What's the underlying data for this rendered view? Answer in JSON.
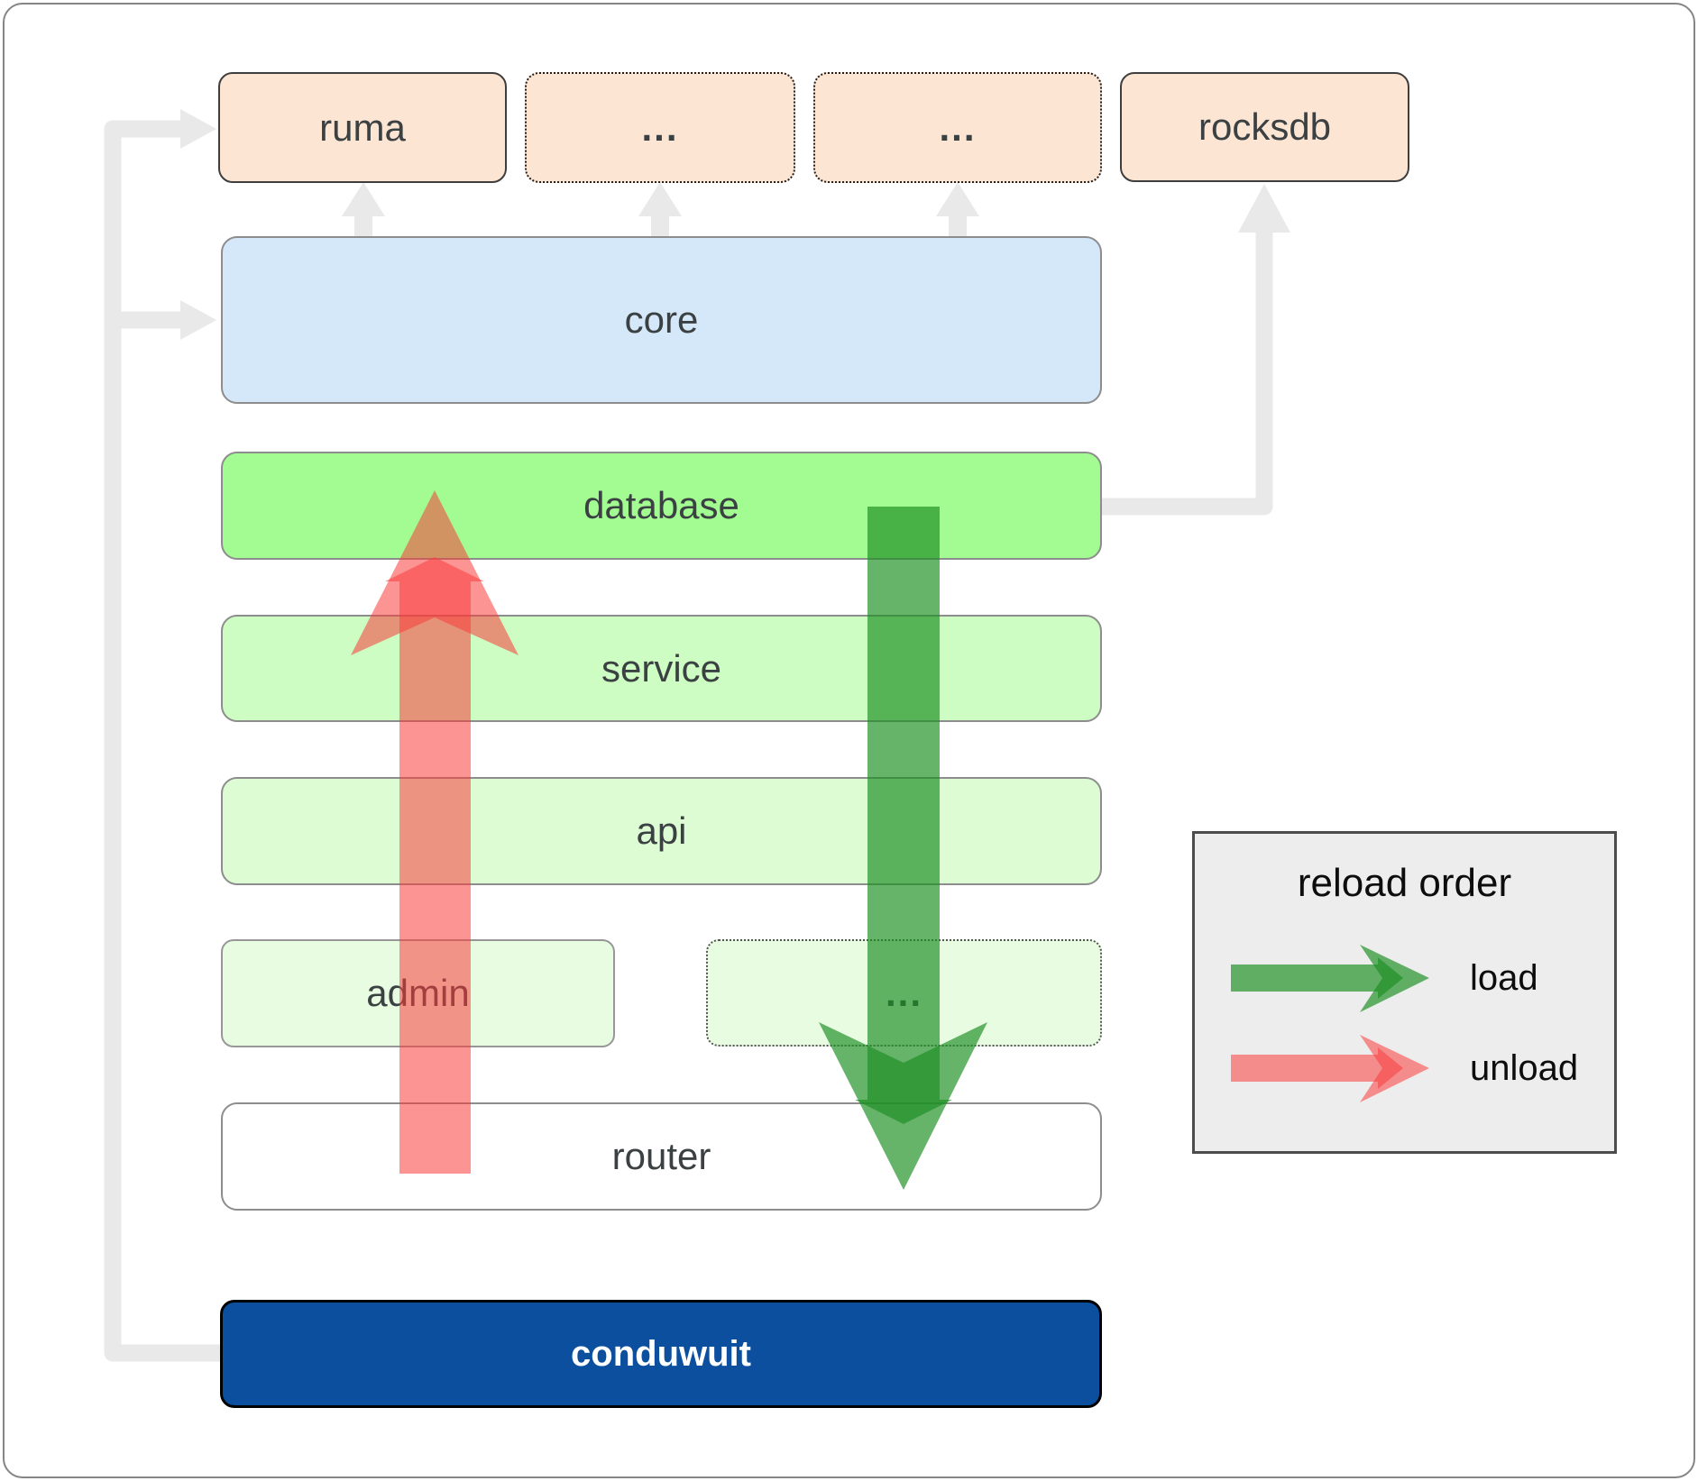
{
  "external_crates": {
    "ruma": "ruma",
    "more_1": "...",
    "more_2": "...",
    "rocksdb": "rocksdb"
  },
  "layers": {
    "core": "core",
    "database": "database",
    "service": "service",
    "api": "api",
    "admin": "admin",
    "admin_more": "...",
    "router": "router",
    "conduwuit": "conduwuit"
  },
  "legend": {
    "title": "reload order",
    "load": "load",
    "unload": "unload"
  },
  "colors": {
    "load_green": "#1d8f23",
    "unload_red": "#fa3c3c",
    "conduwuit_blue": "#0b4f9e",
    "crate_fill": "#fce5d3",
    "core_fill": "#d5e8fa",
    "database_fill": "#a3fc92",
    "service_fill": "#cdfdc2",
    "api_fill": "#ddfcd4",
    "admin_fill": "#e8fce2",
    "connector_gray": "#e9e9e9"
  }
}
